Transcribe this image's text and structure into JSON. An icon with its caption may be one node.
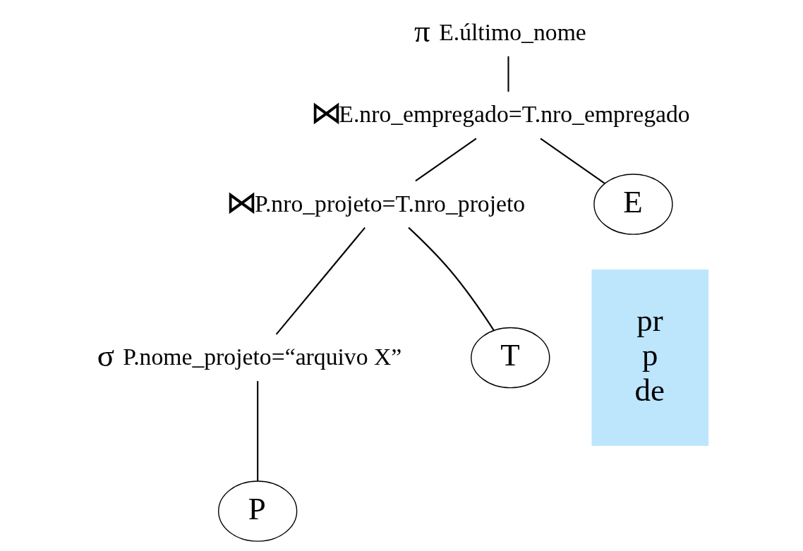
{
  "diagram": {
    "nodes": [
      {
        "text": [
          "π",
          "E.último_nome"
        ]
      },
      {
        "text": [
          "⋈",
          "E.nro_empregado=T.nro_empregado"
        ]
      },
      {
        "text": [
          "⋈",
          "P.nro_projeto=T.nro_projeto"
        ]
      },
      {
        "text": [
          "E"
        ]
      },
      {
        "text": [
          "σ",
          "P.nome_projeto=“arquivo X”"
        ]
      },
      {
        "text": [
          "T"
        ]
      },
      {
        "text": [
          "P"
        ]
      },
      {
        "text": [
          "pr p de"
        ]
      }
    ],
    "edges": [
      {
        "from": 0,
        "to": 1,
        "arrow": "none"
      },
      {
        "from": 1,
        "to": 2,
        "arrow": "none"
      },
      {
        "from": 1,
        "to": 3,
        "arrow": "none"
      },
      {
        "from": 2,
        "to": 4,
        "arrow": "none"
      },
      {
        "from": 2,
        "to": 5,
        "arrow": "none"
      },
      {
        "from": 4,
        "to": 6,
        "arrow": "none"
      }
    ]
  }
}
